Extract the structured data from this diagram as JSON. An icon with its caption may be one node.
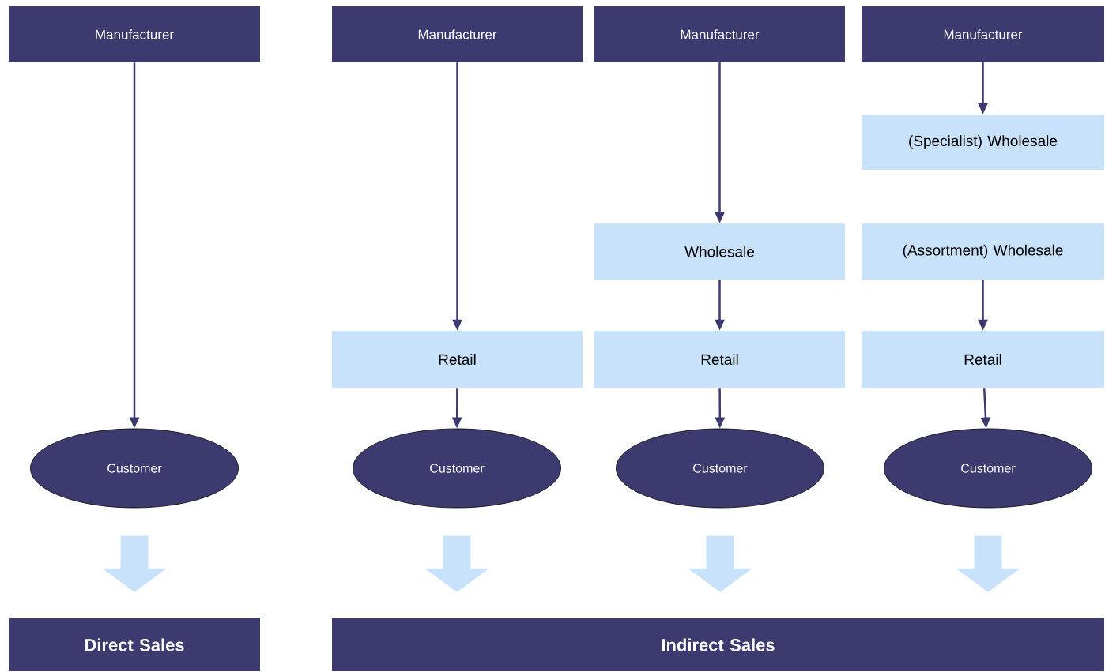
{
  "diagram": {
    "nodes": [
      {
        "text": [
          "Manufacturer"
        ]
      },
      {
        "text": [
          "Customer"
        ]
      },
      {
        "text": [
          "Manufacturer"
        ]
      },
      {
        "text": [
          "Retail"
        ]
      },
      {
        "text": [
          "Customer"
        ]
      },
      {
        "text": [
          "Manufacturer"
        ]
      },
      {
        "text": [
          "Wholesale"
        ]
      },
      {
        "text": [
          "Retail"
        ]
      },
      {
        "text": [
          "Customer"
        ]
      },
      {
        "text": [
          "Manufacturer"
        ]
      },
      {
        "text": [
          "(Specialist) Wholesale"
        ]
      },
      {
        "text": [
          "(Assortment) Wholesale"
        ]
      },
      {
        "text": [
          "Retail"
        ]
      },
      {
        "text": [
          "Customer"
        ]
      },
      {
        "text": [
          "Direct Sales"
        ]
      },
      {
        "text": [
          "Indirect Sales"
        ]
      }
    ],
    "edges": [
      {
        "from": 0,
        "to": 1,
        "arrow": "to"
      },
      {
        "from": 2,
        "to": 3,
        "arrow": "to"
      },
      {
        "from": 3,
        "to": 4,
        "arrow": "to"
      },
      {
        "from": 5,
        "to": 6,
        "arrow": "to"
      },
      {
        "from": 6,
        "to": 7,
        "arrow": "to"
      },
      {
        "from": 7,
        "to": 8,
        "arrow": "to"
      },
      {
        "from": 9,
        "to": 10,
        "arrow": "to"
      },
      {
        "from": 11,
        "to": 12,
        "arrow": "to"
      },
      {
        "from": 12,
        "to": 13,
        "arrow": "to"
      },
      {
        "from": 1,
        "to": 14,
        "arrow": "to",
        "style": "thick",
        "color": "#c9e2fc"
      },
      {
        "from": 4,
        "to": 15,
        "arrow": "to",
        "style": "thick",
        "color": "#c9e2fc"
      },
      {
        "from": 8,
        "to": 15,
        "arrow": "to",
        "style": "thick",
        "color": "#c9e2fc"
      },
      {
        "from": 13,
        "to": 15,
        "arrow": "to",
        "style": "thick",
        "color": "#c9e2fc"
      }
    ]
  }
}
